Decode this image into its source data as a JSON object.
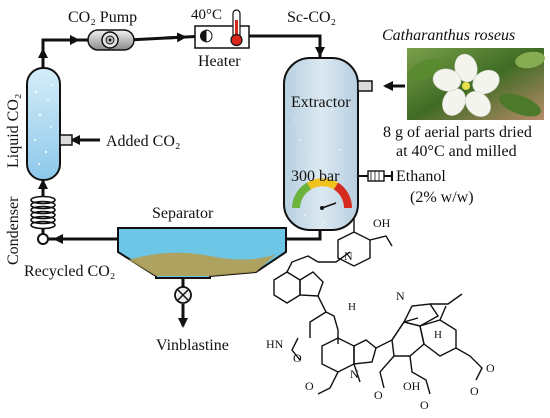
{
  "diagram": {
    "labels": {
      "co2_pump": "CO₂ Pump",
      "temperature": "40°C",
      "heater": "Heater",
      "sc_co2": "Sc-CO₂",
      "liquid_co2": "Liquid CO₂",
      "added_co2": "Added CO₂",
      "condenser": "Condenser",
      "recycled_co2": "Recycled CO₂",
      "separator": "Separator",
      "extractor": "Extractor",
      "pressure": "300 bar",
      "ethanol": "Ethanol",
      "ethanol_ratio": "(2% w/w)",
      "vinblastine": "Vinblastine",
      "plant_name": "Catharanthus roseus",
      "sample_line1": "8 g of aerial parts dried",
      "sample_line2": "at 40°C and milled"
    },
    "molecule_atoms": [
      "OH",
      "N",
      "H",
      "HN",
      "O",
      "N",
      "O",
      "H",
      "N",
      "O",
      "O",
      "O",
      "OH",
      "O"
    ],
    "colors": {
      "line": "#111111",
      "liquid_fill": "#9fd3ee",
      "liquid_fill_light": "#d5edf9",
      "extractor_fill": "#c9dbe8",
      "separator_fill": "#6ec6e6",
      "sediment": "#b59d52",
      "thermometer_red": "#d9261c",
      "gauge_red": "#d62b1e",
      "gauge_yellow": "#f0c21b",
      "gauge_green": "#6bb33a",
      "leaf_green": "#3e6a22",
      "flower_white": "#f4f4ee",
      "flower_center": "#e6e04a"
    }
  }
}
